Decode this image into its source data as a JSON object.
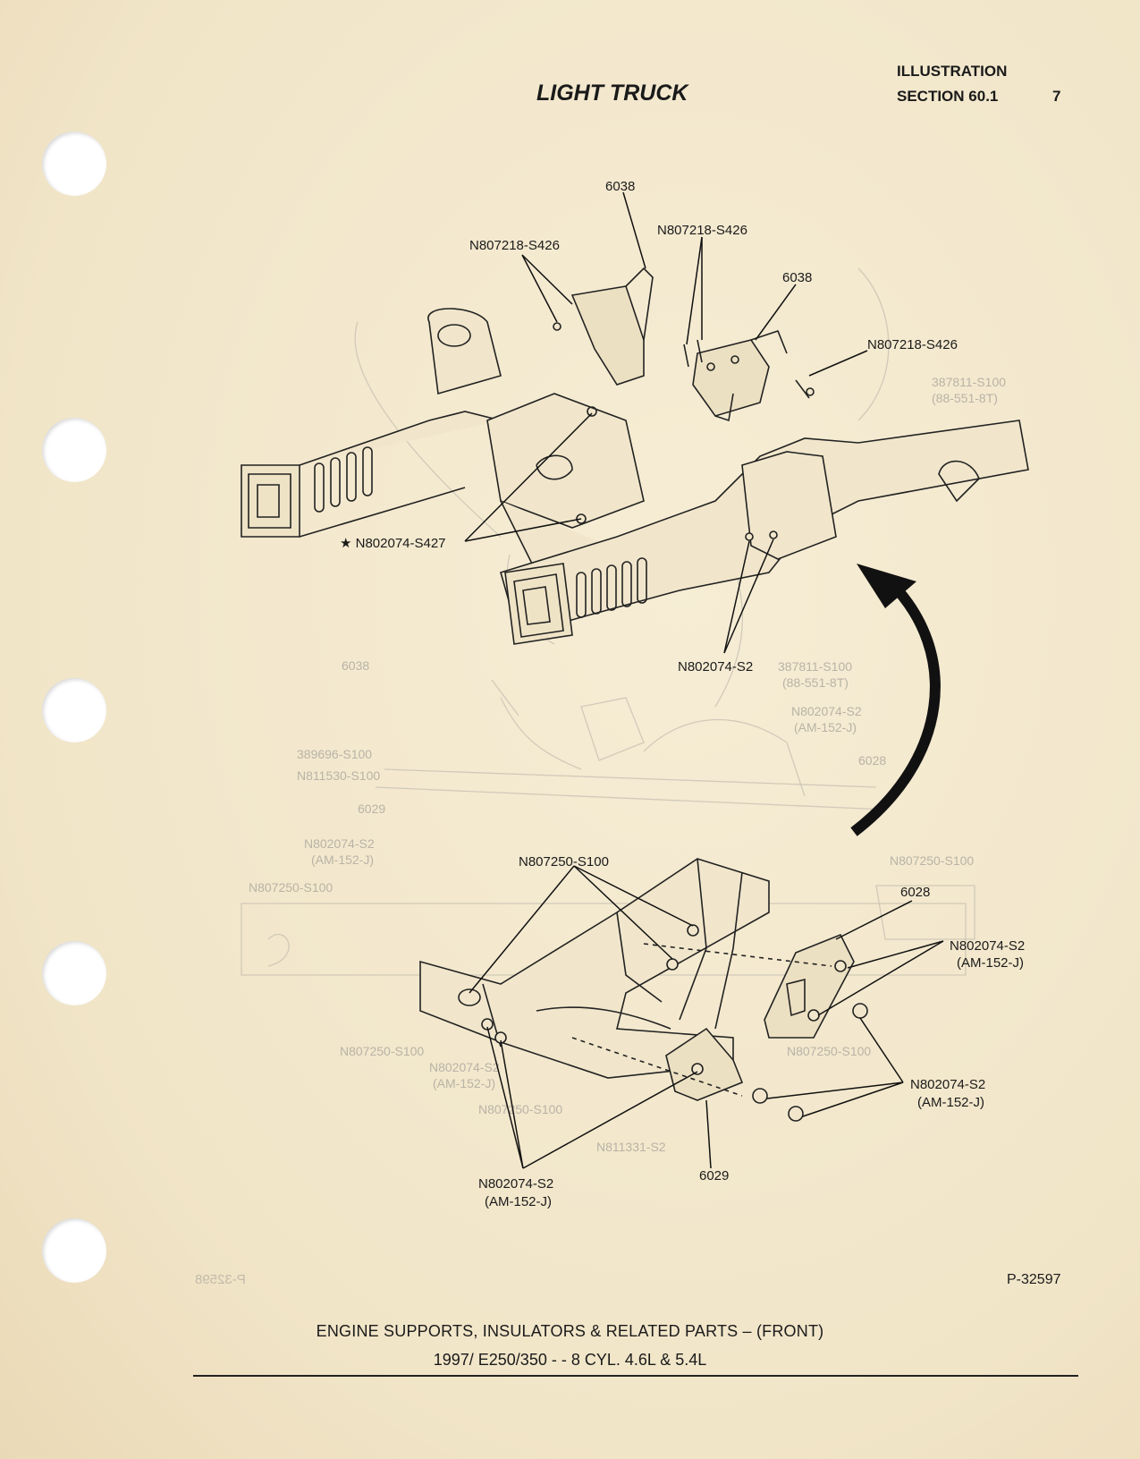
{
  "header": {
    "illustration": "ILLUSTRATION",
    "section": "SECTION 60.1",
    "page": "7",
    "title": "LIGHT TRUCK"
  },
  "callouts": {
    "top_6038_left": "6038",
    "top_6038_right": "6038",
    "n807218_left": "N807218-S426",
    "n807218_mid": "N807218-S426",
    "n807218_right": "N807218-S426",
    "n802074_s427": "★ N802074-S427",
    "n802074_s2_mid": "N802074-S2",
    "n807250": "N807250-S100",
    "p6028": "6028",
    "n802074_r1": "N802074-S2",
    "n802074_r1b": "(AM-152-J)",
    "n802074_r2": "N802074-S2",
    "n802074_r2b": "(AM-152-J)",
    "p6029": "6029",
    "n802074_bot": "N802074-S2",
    "n802074_botb": "(AM-152-J)"
  },
  "bleed_through": {
    "a": "387811-S100",
    "b": "(88-551-8T)",
    "c": "6038",
    "d": "N802074-S2",
    "e": "(AM-152-J)",
    "f": "6028",
    "g": "389696-S100",
    "h": "N811530-S100",
    "i": "6029",
    "j": "N807250-S100",
    "k": "N811331-S2"
  },
  "footer": {
    "part_number": "P-32597",
    "ghost_part_number": "P-32598",
    "caption_line1": "ENGINE SUPPORTS, INSULATORS & RELATED PARTS – (FRONT)",
    "caption_line2": "1997/ E250/350 - - 8 CYL. 4.6L & 5.4L"
  }
}
